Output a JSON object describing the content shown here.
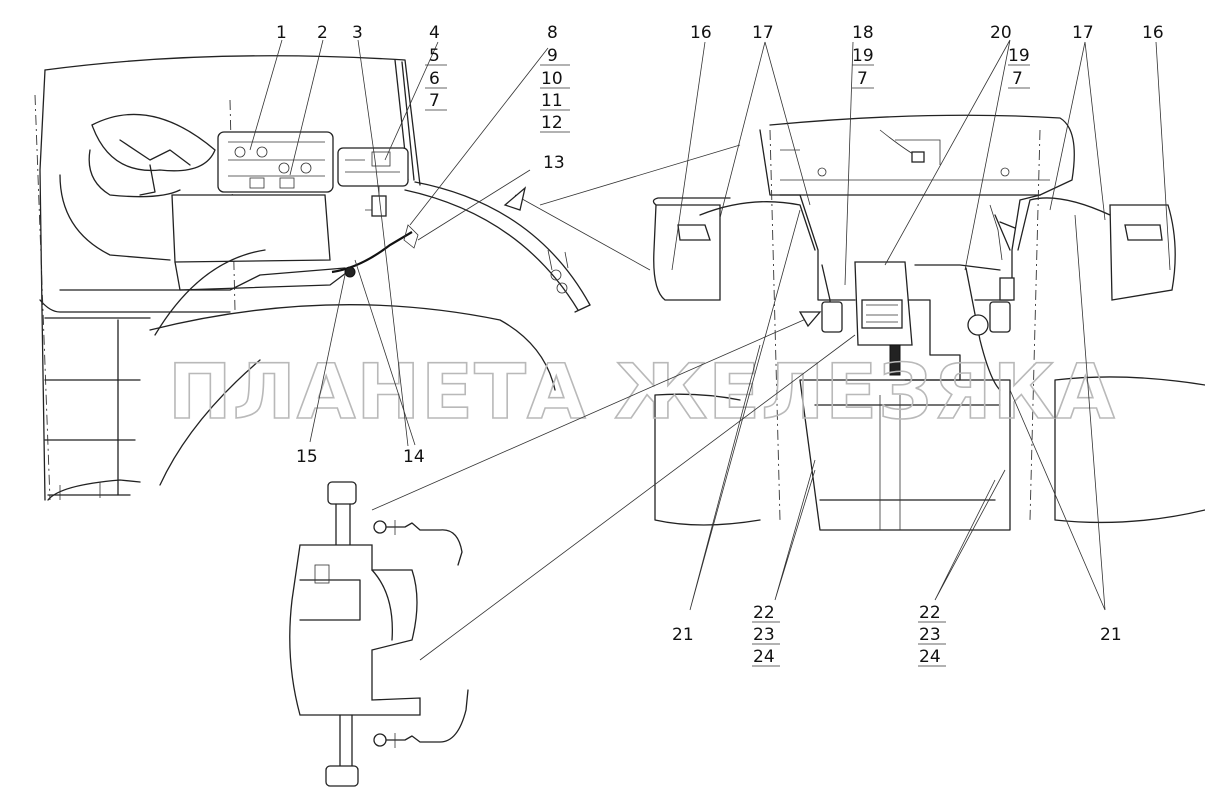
{
  "watermark": "ПЛАНЕТА ЖЕЛЕЗЯКА",
  "callouts": {
    "c1": "1",
    "c2": "2",
    "c3": "3",
    "c4": "4",
    "c5": "5",
    "c6": "6",
    "c7a": "7",
    "c8": "8",
    "c9": "9",
    "c10": "10",
    "c11": "11",
    "c12": "12",
    "c13": "13",
    "c14": "14",
    "c15": "15",
    "c16l": "16",
    "c16r": "16",
    "c17l": "17",
    "c17r": "17",
    "c18": "18",
    "c19a": "19",
    "c7b": "7",
    "c20": "20",
    "c19b": "19",
    "c7c": "7",
    "c21l": "21",
    "c21r": "21",
    "c22l": "22",
    "c23l": "23",
    "c24l": "24",
    "c22r": "22",
    "c23r": "23",
    "c24r": "24"
  },
  "colors": {
    "line": "#222222",
    "watermark": "#b9b9b9",
    "background": "#ffffff"
  }
}
